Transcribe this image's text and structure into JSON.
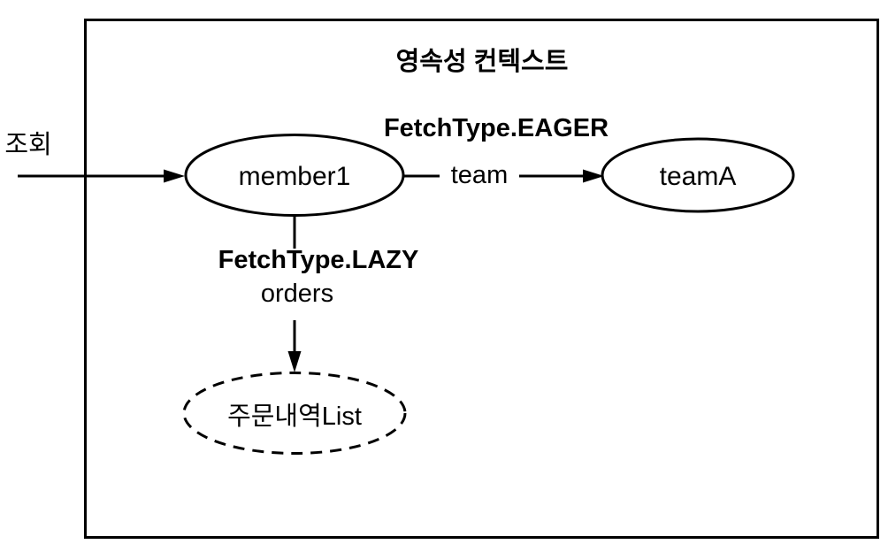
{
  "diagram": {
    "title": "영속성 컨텍스트",
    "query_label": "조회",
    "nodes": {
      "member_label": "member1",
      "team_label": "teamA",
      "orders_list_label": "주문내역List"
    },
    "edges": {
      "eager_type_label": "FetchType.EAGER",
      "team_field_label": "team",
      "lazy_type_label": "FetchType.LAZY",
      "orders_field_label": "orders"
    },
    "colors": {
      "line": "#000000",
      "background": "#ffffff"
    }
  }
}
